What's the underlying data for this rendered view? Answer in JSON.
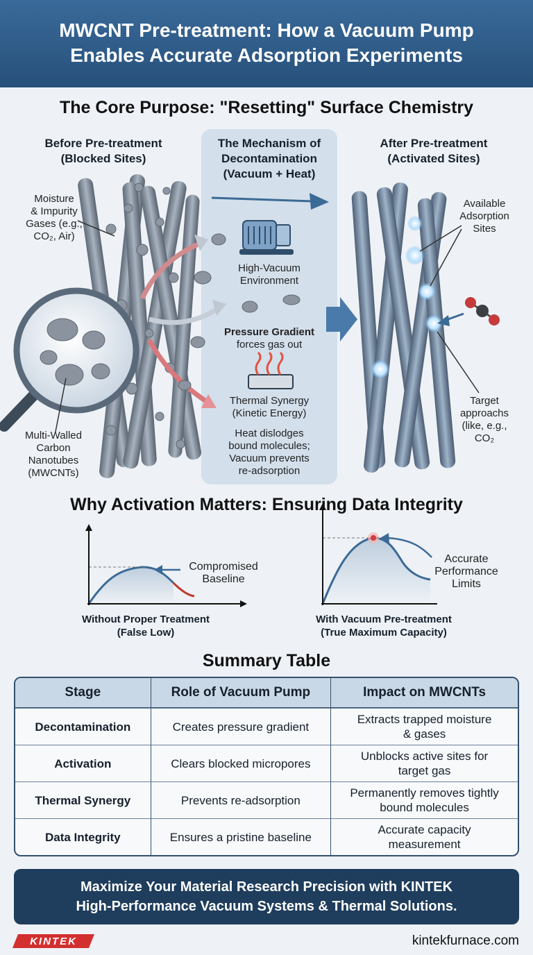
{
  "header": {
    "line1": "MWCNT Pre-treatment: How a Vacuum Pump",
    "line2": "Enables Accurate Adsorption Experiments"
  },
  "core": {
    "title": "The Core Purpose: \"Resetting\" Surface Chemistry",
    "before": {
      "title1": "Before Pre-treatment",
      "title2": "(Blocked Sites)",
      "moisture": [
        "Moisture",
        "& Impurity",
        "Gases (e.g.,",
        "CO₂, Air)"
      ],
      "mwcnt": [
        "Multi-Walled",
        "Carbon",
        "Nanotubes",
        "(MWCNTs)"
      ]
    },
    "mechanism": {
      "title1": "The Mechanism of",
      "title2": "Decontamination",
      "title3": "(Vacuum + Heat)",
      "vacuum": [
        "High-Vacuum",
        "Environment"
      ],
      "gradient_bold": "Pressure Gradient",
      "gradient_rest": "forces gas out",
      "thermal": [
        "Thermal Synergy",
        "(Kinetic Energy)"
      ],
      "heat": [
        "Heat dislodges",
        "bound molecules;",
        "Vacuum prevents",
        "re-adsorption"
      ]
    },
    "after": {
      "title1": "After Pre-treatment",
      "title2": "(Activated Sites)",
      "available": [
        "Available",
        "Adsorption",
        "Sites"
      ],
      "target": [
        "Target",
        "approachs",
        "(like, e.g.,",
        "CO₂"
      ]
    }
  },
  "activation": {
    "title": "Why Activation Matters: Ensuring Data Integrity",
    "left": {
      "annotation": [
        "Compromised",
        "Baseline"
      ],
      "caption1": "Without Proper Treatment",
      "caption2": "(False Low)"
    },
    "right": {
      "annotation": [
        "Accurate",
        "Performance",
        "Limits"
      ],
      "caption1": "With Vacuum Pre-treatment",
      "caption2": "(True Maximum Capacity)"
    }
  },
  "summary": {
    "title": "Summary Table",
    "headers": [
      "Stage",
      "Role of Vacuum Pump",
      "Impact on MWCNTs"
    ],
    "rows": [
      {
        "stage": "Decontamination",
        "role": "Creates pressure gradient",
        "impact1": "Extracts trapped moisture",
        "impact2": "& gases"
      },
      {
        "stage": "Activation",
        "role": "Clears blocked micropores",
        "impact1": "Unblocks active sites for",
        "impact2": "target gas"
      },
      {
        "stage": "Thermal Synergy",
        "role": "Prevents re-adsorption",
        "impact1": "Permanently removes tightly",
        "impact2": "bound molecules"
      },
      {
        "stage": "Data Integrity",
        "role": "Ensures a pristine baseline",
        "impact1": "Accurate capacity",
        "impact2": "measurement"
      }
    ]
  },
  "footer": {
    "line1": "Maximize Your Material Research Precision with KINTEK",
    "line2": "High-Performance Vacuum Systems & Thermal Solutions.",
    "logo": "KINTEK",
    "url": "kintekfurnace.com"
  },
  "colors": {
    "header": "#2f5d8c",
    "accent_red": "#c0392b",
    "curve_blue": "#3b6a96",
    "footer_bar": "#1f3d5c"
  }
}
